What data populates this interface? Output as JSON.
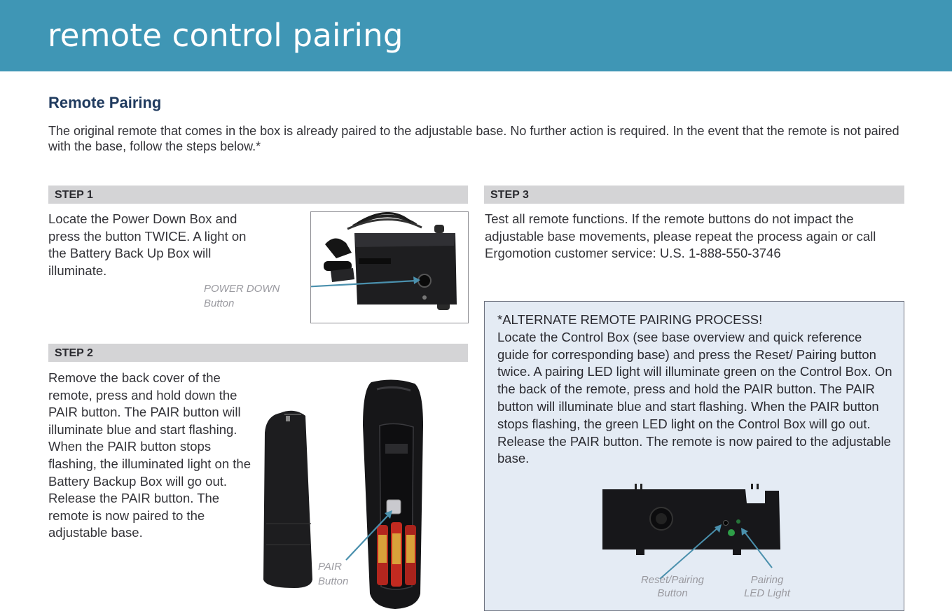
{
  "header": {
    "title": "remote control pairing"
  },
  "section": {
    "title": "Remote Pairing",
    "intro": "The original remote that comes in the box is already paired to the adjustable base. No further action is required. In the event that the remote is not paired with the base, follow the steps below.*"
  },
  "step1": {
    "label": "STEP 1",
    "text": "Locate the Power Down Box and press the button TWICE.  A light on the Battery Back Up Box will illuminate.",
    "caption_line1": "POWER DOWN",
    "caption_line2": "Button"
  },
  "step2": {
    "label": "STEP 2",
    "text": "Remove the back cover of the remote, press and hold down the PAIR button. The PAIR button will illuminate blue and start flashing.  When the PAIR button stops flashing, the illuminated light on the Battery Backup Box will go out. Release the PAIR button.  The remote is now paired to the adjustable base.",
    "caption_line1": "PAIR",
    "caption_line2": "Button"
  },
  "step3": {
    "label": "STEP 3",
    "text": "Test all remote functions.  If the remote buttons do not impact the adjustable base movements, please repeat the process again or call Ergomotion customer service: U.S. 1-888-550-3746"
  },
  "alternate": {
    "title": "*ALTERNATE REMOTE PAIRING PROCESS!",
    "text": "Locate the Control Box (see base overview and quick reference guide for corresponding base) and press the Reset/ Pairing  button twice.  A pairing LED light will illuminate green on the Control Box.  On the back of the remote, press and hold the PAIR button.  The PAIR button will illuminate blue and start flashing. When the PAIR button stops flashing, the green LED light on the Control Box will go out.  Release the PAIR button.  The remote is now paired to the adjustable base.",
    "caption_reset_line1": "Reset/Pairing",
    "caption_reset_line2": "Button",
    "caption_led_line1": "Pairing",
    "caption_led_line2": "LED Light"
  },
  "colors": {
    "header_bg": "#3f96b5",
    "section_title": "#1f3a5e",
    "step_bar": "#d4d4d6",
    "arrow": "#4a90ad",
    "alt_box_bg": "#e4ebf4",
    "led_green": "#2e9e48"
  }
}
